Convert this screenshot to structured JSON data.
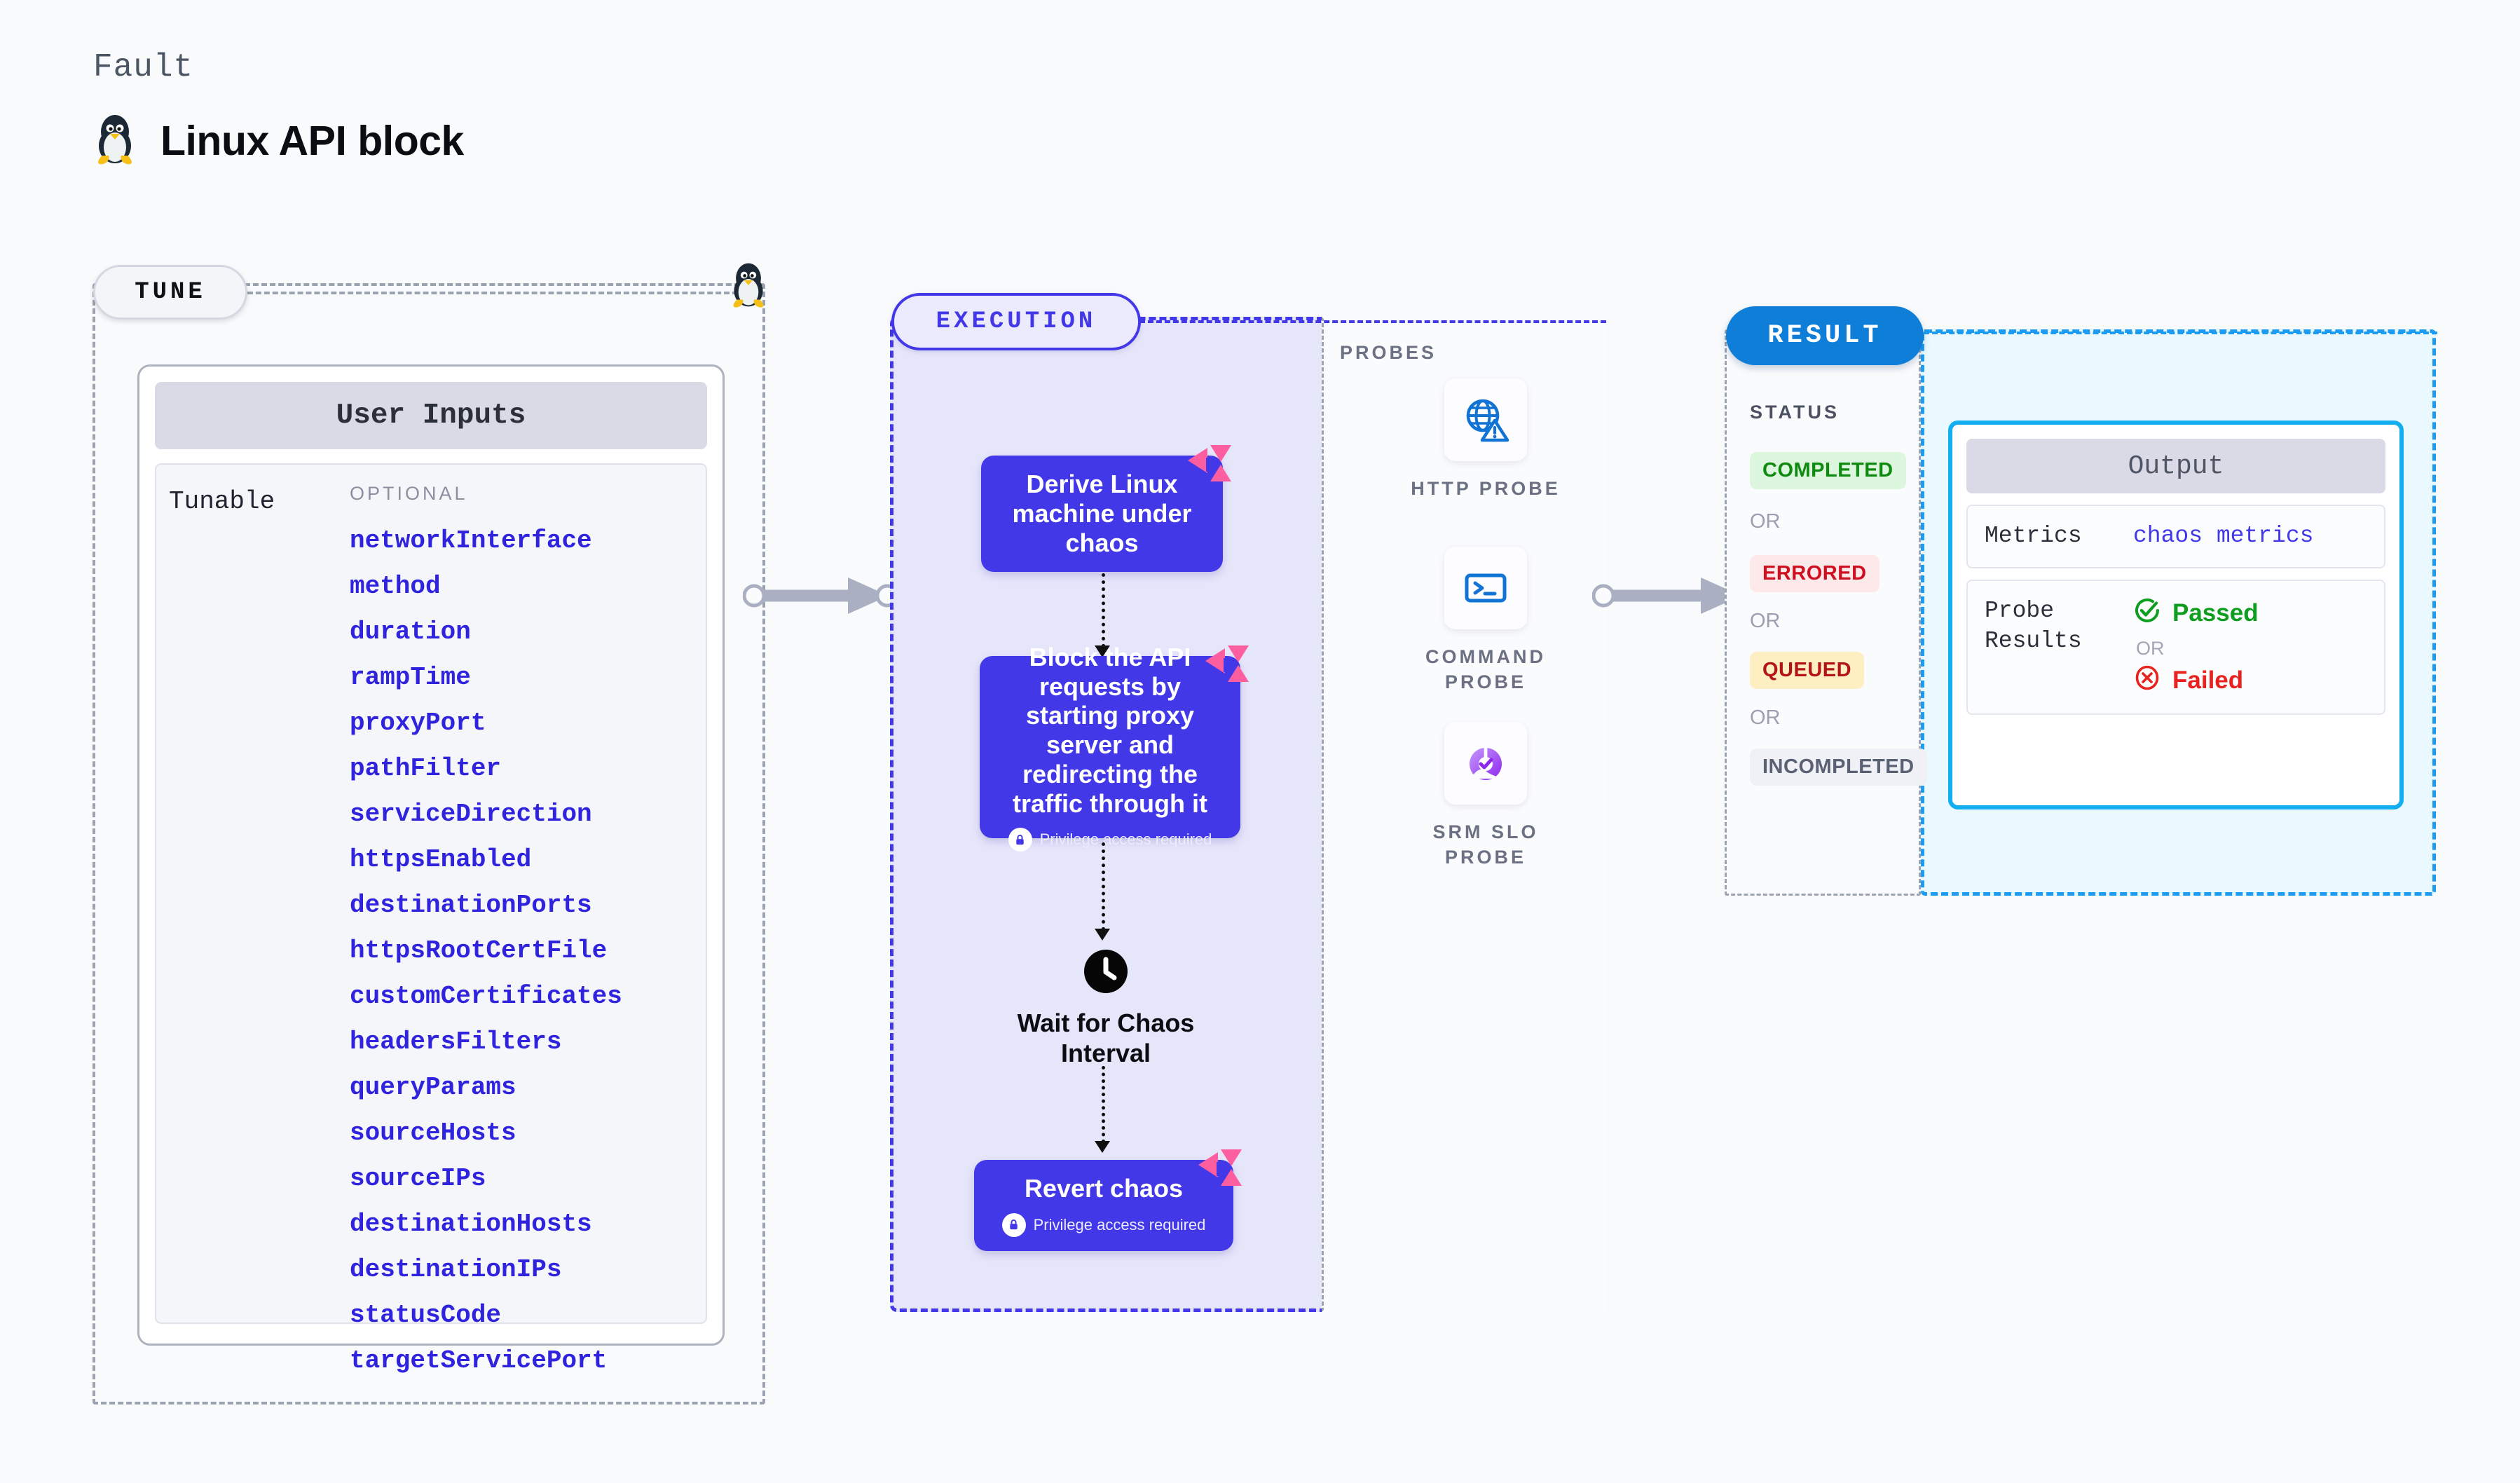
{
  "header": {
    "kicker": "Fault",
    "title": "Linux API block",
    "icon": "tux-penguin-icon"
  },
  "colors": {
    "accent_indigo": "#4338e8",
    "accent_blue": "#0e7ed8",
    "accent_cyan": "#12aef0",
    "tunable_link": "#3023dd",
    "flag_pink": "#fd5ea0",
    "success_green": "#0f9d20",
    "error_red": "#e8231f"
  },
  "tune": {
    "pill_label": "TUNE",
    "card_title": "User Inputs",
    "tunable_label": "Tunable",
    "optional_label": "OPTIONAL",
    "tunables": [
      "networkInterface",
      "method",
      "duration",
      "rampTime",
      "proxyPort",
      "pathFilter",
      "serviceDirection",
      "httpsEnabled",
      "destinationPorts",
      "httpsRootCertFile",
      "customCertificates",
      "headersFilters",
      "queryParams",
      "sourceHosts",
      "sourceIPs",
      "destinationHosts",
      "destinationIPs",
      "statusCode",
      "targetServicePort"
    ]
  },
  "execution": {
    "pill_label": "EXECUTION",
    "privilege_note": "Privilege access required",
    "steps": [
      {
        "id": "derive",
        "label": "Derive Linux machine under chaos",
        "privileged": false,
        "flag": true
      },
      {
        "id": "block",
        "label": "Block the API requests by starting proxy server and redirecting the traffic through it",
        "privileged": true,
        "flag": true
      },
      {
        "id": "wait",
        "label": "Wait for Chaos Interval",
        "icon": "clock-icon",
        "privileged": false,
        "flag": false
      },
      {
        "id": "revert",
        "label": "Revert chaos",
        "privileged": true,
        "flag": true
      }
    ]
  },
  "probes": {
    "title": "PROBES",
    "items": [
      {
        "name": "HTTP PROBE",
        "icon": "globe-warning-icon"
      },
      {
        "name": "COMMAND PROBE",
        "icon": "terminal-icon"
      },
      {
        "name": "SRM SLO PROBE",
        "icon": "slo-donut-check-icon"
      }
    ]
  },
  "result": {
    "pill_label": "RESULT",
    "status_title": "STATUS",
    "or_label": "OR",
    "statuses": [
      {
        "label": "COMPLETED",
        "tone": "success"
      },
      {
        "label": "ERRORED",
        "tone": "error"
      },
      {
        "label": "QUEUED",
        "tone": "warning"
      },
      {
        "label": "INCOMPLETED",
        "tone": "neutral"
      }
    ],
    "output": {
      "title": "Output",
      "metrics_key": "Metrics",
      "metrics_value": "chaos metrics",
      "probe_results_key": "Probe Results",
      "passed_label": "Passed",
      "failed_label": "Failed",
      "or_label": "OR"
    }
  }
}
